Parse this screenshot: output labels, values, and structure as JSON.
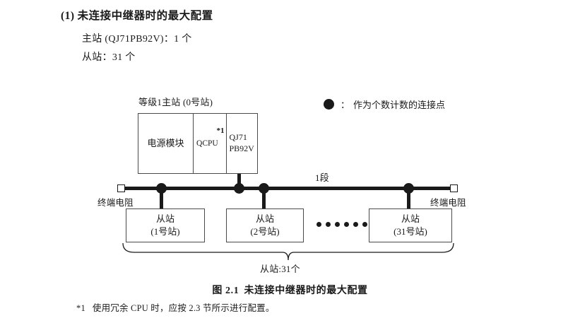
{
  "heading": {
    "number": "(1)",
    "title": "未连接中继器时的最大配置"
  },
  "specs": [
    {
      "text": "主站 (QJ71PB92V)：1 个"
    },
    {
      "text": "从站：31 个"
    }
  ],
  "diagram": {
    "master": {
      "group_label": "等级1主站 (0号站)",
      "cells": [
        {
          "name": "power-module",
          "text": "电源模块"
        },
        {
          "name": "cpu-module",
          "text": "QCPU",
          "footnote_mark": "*1"
        },
        {
          "name": "network-module",
          "line1": "QJ71",
          "line2": "PB92V"
        }
      ]
    },
    "bus": {
      "segment_label": "1段",
      "terminator_left": "终端电阻",
      "terminator_right": "终端电阻"
    },
    "slaves": [
      {
        "line1": "从站",
        "line2": "(1号站)"
      },
      {
        "line1": "从站",
        "line2": "(2号站)"
      },
      {
        "line1": "从站",
        "line2": "(31号站)"
      }
    ],
    "ellipsis_dot_count": 6,
    "brace_label": "从站:31个",
    "legend": {
      "symbol": "filled-circle",
      "colon": "：",
      "text": "作为个数计数的连接点"
    }
  },
  "caption": {
    "figure_number": "图 2.1",
    "figure_title": "未连接中继器时的最大配置"
  },
  "footnote": {
    "mark": "*1",
    "text": "使用冗余 CPU 时，应按 2.3 节所示进行配置。"
  },
  "colors": {
    "ink": "#1a1a1a",
    "box_stroke": "#4a4a4a",
    "background": "#ffffff"
  }
}
